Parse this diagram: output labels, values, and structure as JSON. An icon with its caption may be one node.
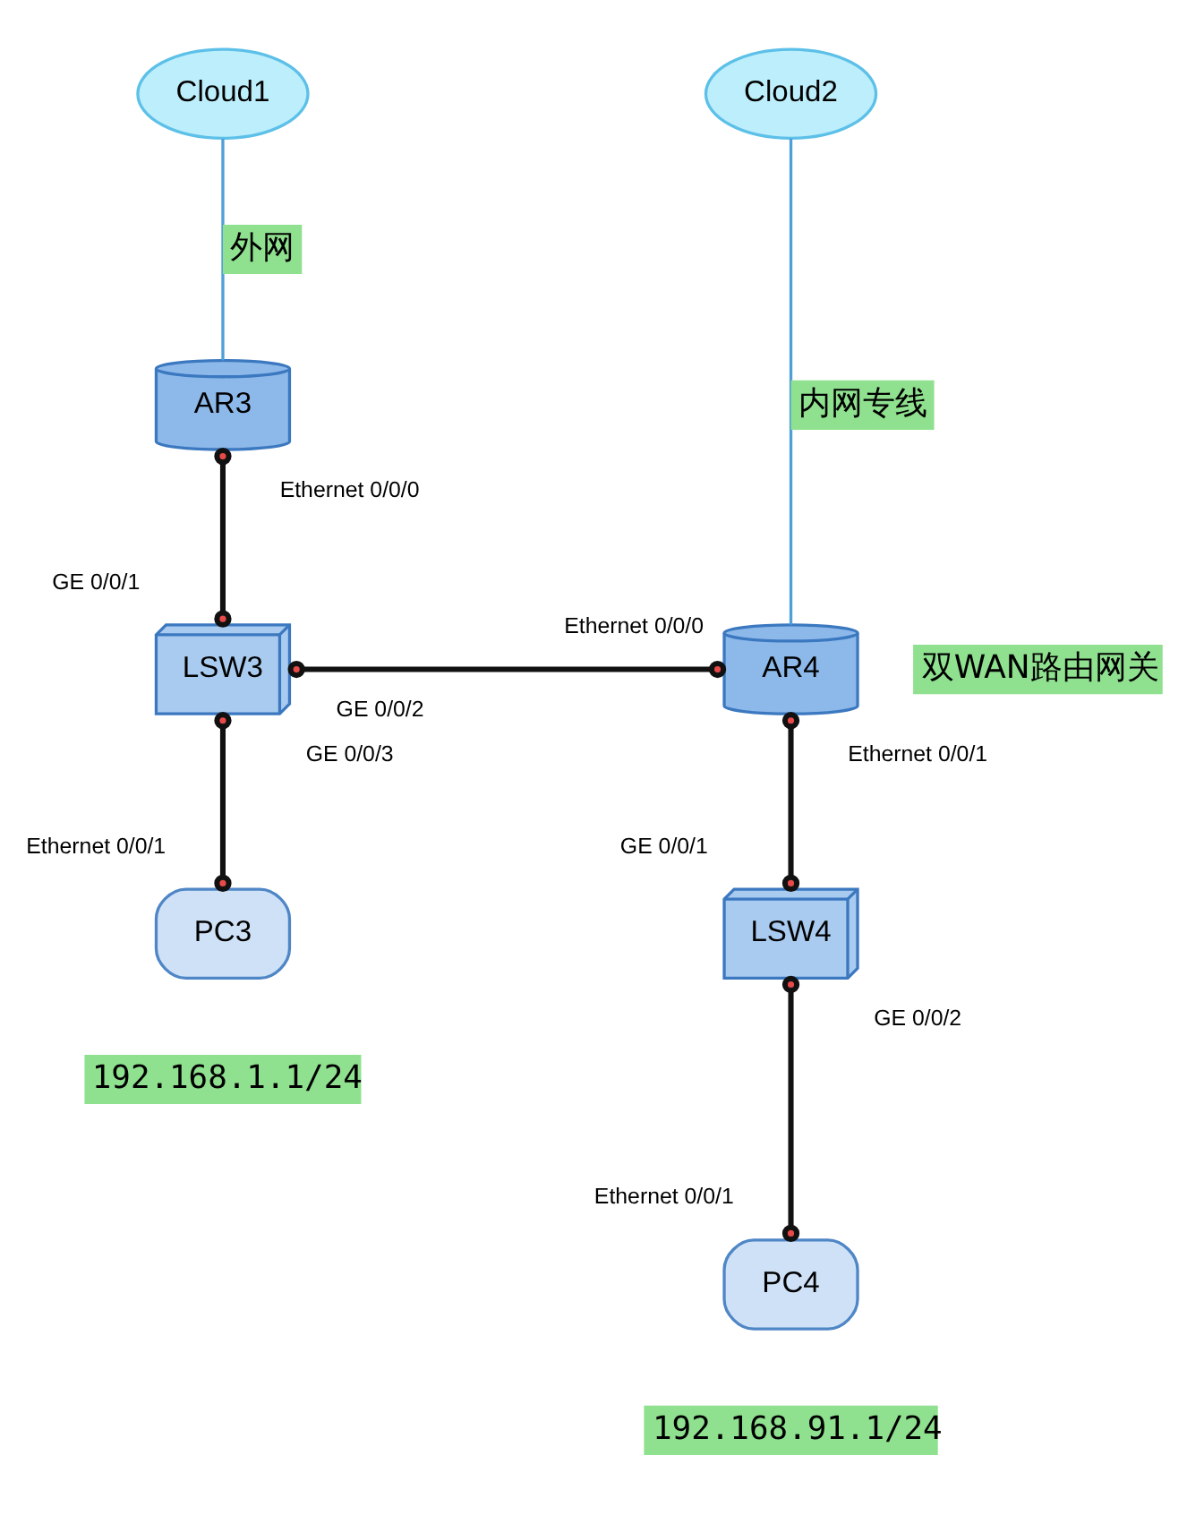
{
  "diagram": {
    "nodes": [
      {
        "text": [
          "Cloud1"
        ]
      },
      {
        "text": [
          "AR3"
        ]
      },
      {
        "text": [
          "LSW3"
        ]
      },
      {
        "text": [
          "PC3"
        ],
        "beside": [
          "192.168.1.1/24"
        ]
      },
      {
        "text": [
          "Cloud2"
        ]
      },
      {
        "text": [
          "AR4"
        ],
        "beside": [
          "双WAN路由网关"
        ]
      },
      {
        "text": [
          "LSW4"
        ]
      },
      {
        "text": [
          "PC4"
        ],
        "beside": [
          "192.168.91.1/24"
        ]
      }
    ],
    "edges": [
      {
        "from": 0,
        "to": 1,
        "arrow": "none",
        "label": "外网",
        "color": "#4f9fd8"
      },
      {
        "from": 1,
        "to": 2,
        "arrow": "other"
      },
      {
        "from": 2,
        "to": 5,
        "arrow": "other"
      },
      {
        "from": 2,
        "to": 3,
        "arrow": "other"
      },
      {
        "from": 4,
        "to": 5,
        "arrow": "none",
        "label": "内网专线",
        "color": "#4f9fd8"
      },
      {
        "from": 5,
        "to": 6,
        "arrow": "other"
      },
      {
        "from": 6,
        "to": 7,
        "arrow": "other"
      }
    ],
    "labels": [
      "Ethernet 0/0/0",
      "GE 0/0/1",
      "GE 0/0/2",
      "Ethernet 0/0/0",
      "GE 0/0/3",
      "Ethernet 0/0/1",
      "GE 0/0/1",
      "Ethernet 0/0/1",
      "GE 0/0/2",
      "Ethernet 0/0/1"
    ]
  }
}
